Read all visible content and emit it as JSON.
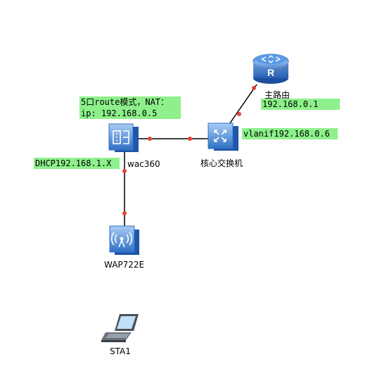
{
  "nodes": {
    "router": {
      "label": "主路由",
      "icon": "router-icon"
    },
    "core_switch": {
      "label": "核心交换机",
      "icon": "switch-icon"
    },
    "wac": {
      "label": "wac360",
      "icon": "wireless-controller-icon"
    },
    "ap": {
      "label": "WAP722E",
      "icon": "access-point-icon"
    },
    "sta": {
      "label": "STA1",
      "icon": "laptop-icon"
    }
  },
  "notes": {
    "router_ip": "192.168.0.1",
    "switch_vlanif": "vlanif192.168.0.6",
    "wac_mode_line1": "5口route模式，NAT：",
    "wac_mode_line2": "ip: 192.168.0.5",
    "wac_dhcp": "DHCP192.168.1.X"
  },
  "colors": {
    "device_blue": "#3d7fd6",
    "link": "#000000",
    "port_dot": "#e8413a",
    "note_bg": "#8df08a"
  }
}
